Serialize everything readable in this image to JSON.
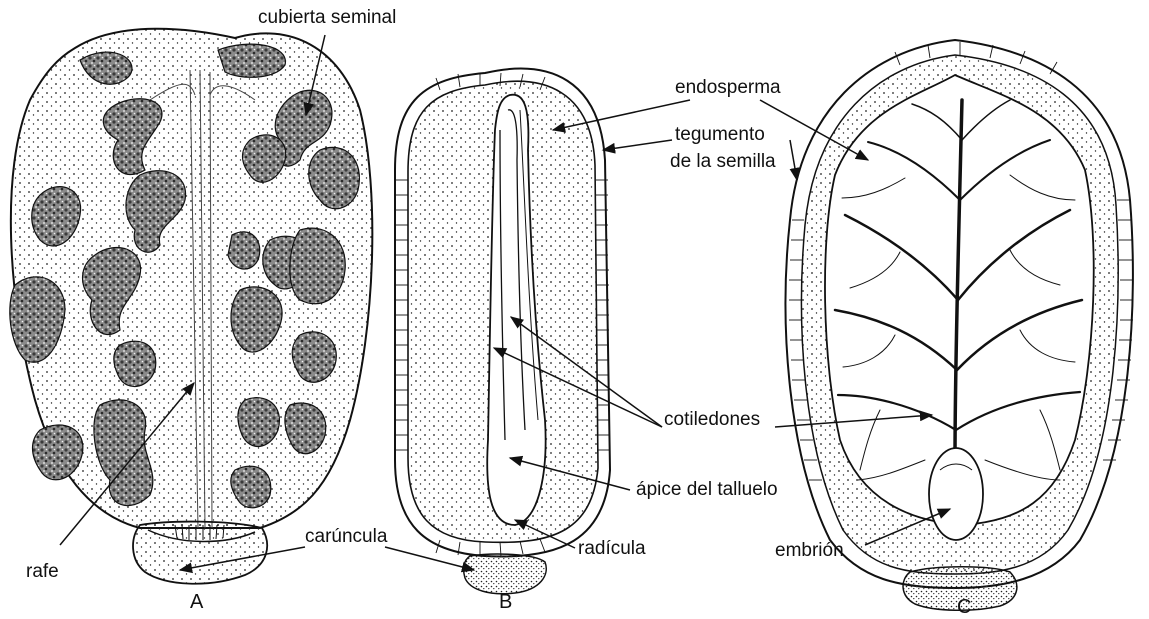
{
  "labels": {
    "cubierta_seminal": "cubierta seminal",
    "endosperma": "endosperma",
    "tegumento_line1": "tegumento",
    "tegumento_line2": "de la semilla",
    "cotiledones": "cotiledones",
    "apice": "ápice del talluelo",
    "radicula": "radícula",
    "caruncula": "carúncula",
    "rafe": "rafe",
    "embrion": "embrión"
  },
  "panels": [
    "A",
    "B",
    "C"
  ],
  "colors": {
    "ink": "#111111",
    "paper": "#ffffff",
    "mottle": "#6a6a6a"
  }
}
